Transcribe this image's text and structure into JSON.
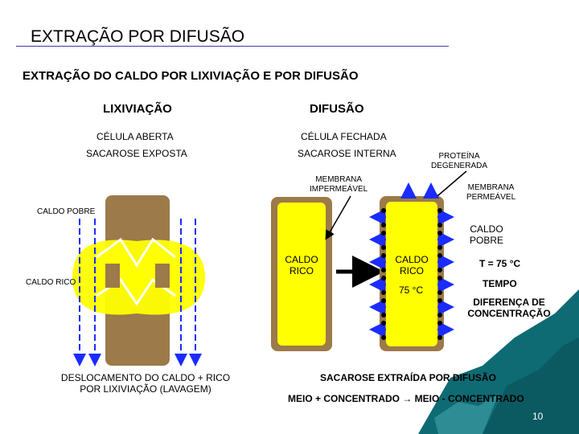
{
  "slide": {
    "title": "EXTRAÇÃO POR DIFUSÃO",
    "subtitle": "EXTRAÇÃO DO CALDO POR LIXIVIAÇÃO E POR DIFUSÃO",
    "page_number": "10"
  },
  "left": {
    "heading": "LIXIVIAÇÃO",
    "line1": "CÉLULA ABERTA",
    "line2": "SACAROSE EXPOSTA",
    "caldo_pobre": "CALDO POBRE",
    "caldo_rico": "CALDO RICO",
    "caption_line1": "DESLOCAMENTO DO CALDO + RICO",
    "caption_line2": "POR LIXIVIAÇÃO (LAVAGEM)"
  },
  "right": {
    "heading": "DIFUSÃO",
    "line1": "CÉLULA FECHADA",
    "line2": "SACAROSE INTERNA",
    "proteina_line1": "PROTEÍNA",
    "proteina_line2": "DEGENERADA",
    "membrana_imp_line1": "MEMBRANA",
    "membrana_imp_line2": "IMPERMEÁVEL",
    "membrana_perm_line1": "MEMBRANA",
    "membrana_perm_line2": "PERMEÁVEL",
    "caldo_rico_line1": "CALDO",
    "caldo_rico_line2": "RICO",
    "caldo_rico2_line1": "CALDO",
    "caldo_rico2_line2": "RICO",
    "temp_inside": "75 °C",
    "caldo_pobre_line1": "CALDO",
    "caldo_pobre_line2": "POBRE",
    "temperatura": "T = 75 °C",
    "tempo": "TEMPO",
    "diferenca_line1": "DIFERENÇA DE",
    "diferenca_line2": "CONCENTRAÇÃO",
    "sacarose_extraida": "SACAROSE EXTRAÍDA POR DIFUSÃO",
    "equation": "MEIO + CONCENTRADO → MEIO - CONCENTRADO"
  },
  "colors": {
    "cell_brown": "#9c7a4a",
    "cell_yellow": "#ffff00",
    "arrow_blue": "#1a2cff",
    "title_rule": "#3a3aa8",
    "page_number": "#ffffff"
  }
}
